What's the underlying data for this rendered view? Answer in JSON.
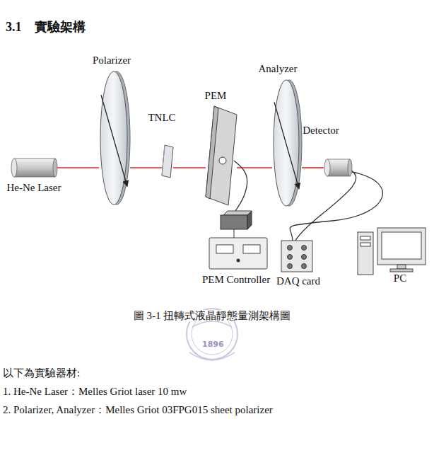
{
  "diagram": {
    "title": "3.1 實驗架構",
    "caption": "圖 3-1 扭轉式液晶靜態量測架構圖",
    "nodes": [
      {
        "text": [
          "He-Ne Laser"
        ]
      },
      {
        "text": [
          "Polarizer"
        ]
      },
      {
        "text": [
          "TNLC"
        ]
      },
      {
        "text": [
          "PEM"
        ]
      },
      {
        "text": [
          "Analyzer"
        ]
      },
      {
        "text": [
          "Detector"
        ]
      },
      {
        "text": [
          "PEM Controller"
        ]
      },
      {
        "text": [
          "DAQ card"
        ]
      },
      {
        "text": [
          "PC"
        ]
      }
    ],
    "edges": [
      {
        "from": 0,
        "to": 1,
        "arrow": "none"
      },
      {
        "from": 1,
        "to": 2,
        "arrow": "none"
      },
      {
        "from": 2,
        "to": 3,
        "arrow": "none"
      },
      {
        "from": 3,
        "to": 4,
        "arrow": "none"
      },
      {
        "from": 4,
        "to": 5,
        "arrow": "none"
      },
      {
        "from": 3,
        "to": 6,
        "arrow": "none"
      },
      {
        "from": 5,
        "to": 7,
        "arrow": "none"
      }
    ],
    "labels": [
      "1896",
      "以下為實驗器材:",
      "1. He-Ne Laser：Melles Griot laser 10 mw",
      "2. Polarizer, Analyzer：Melles Griot 03FPG015 sheet polarizer"
    ]
  }
}
